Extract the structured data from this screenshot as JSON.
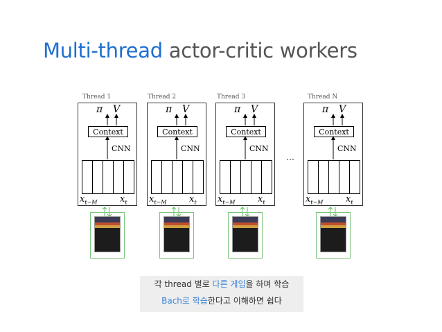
{
  "title": {
    "highlight": "Multi-thread",
    "rest": "actor-critic workers"
  },
  "threads": [
    {
      "label": "Thread 1",
      "policy": "π",
      "value": "V",
      "context": "Context",
      "cnn": "CNN",
      "x_first": "x",
      "x_first_sub": "t−M",
      "x_last": "x",
      "x_last_sub": "t"
    },
    {
      "label": "Thread 2",
      "policy": "π",
      "value": "V",
      "context": "Context",
      "cnn": "CNN",
      "x_first": "x",
      "x_first_sub": "t−M",
      "x_last": "x",
      "x_last_sub": "t"
    },
    {
      "label": "Thread 3",
      "policy": "π",
      "value": "V",
      "context": "Context",
      "cnn": "CNN",
      "x_first": "x",
      "x_first_sub": "t−M",
      "x_last": "x",
      "x_last_sub": "t"
    },
    {
      "label": "Thread N",
      "policy": "π",
      "value": "V",
      "context": "Context",
      "cnn": "CNN",
      "x_first": "x",
      "x_first_sub": "t−M",
      "x_last": "x",
      "x_last_sub": "t"
    }
  ],
  "ellipsis": "…",
  "note": {
    "line1_a": "각 thread 별로 ",
    "line1_b": "다른 게임",
    "line1_c": "을 하며 학습",
    "line2_a": "Bach로 학습",
    "line2_b": "한다고 이해하면 쉽다"
  },
  "colors": {
    "accent": "#1f6fd1",
    "arrow_green": "#5cb85c"
  }
}
